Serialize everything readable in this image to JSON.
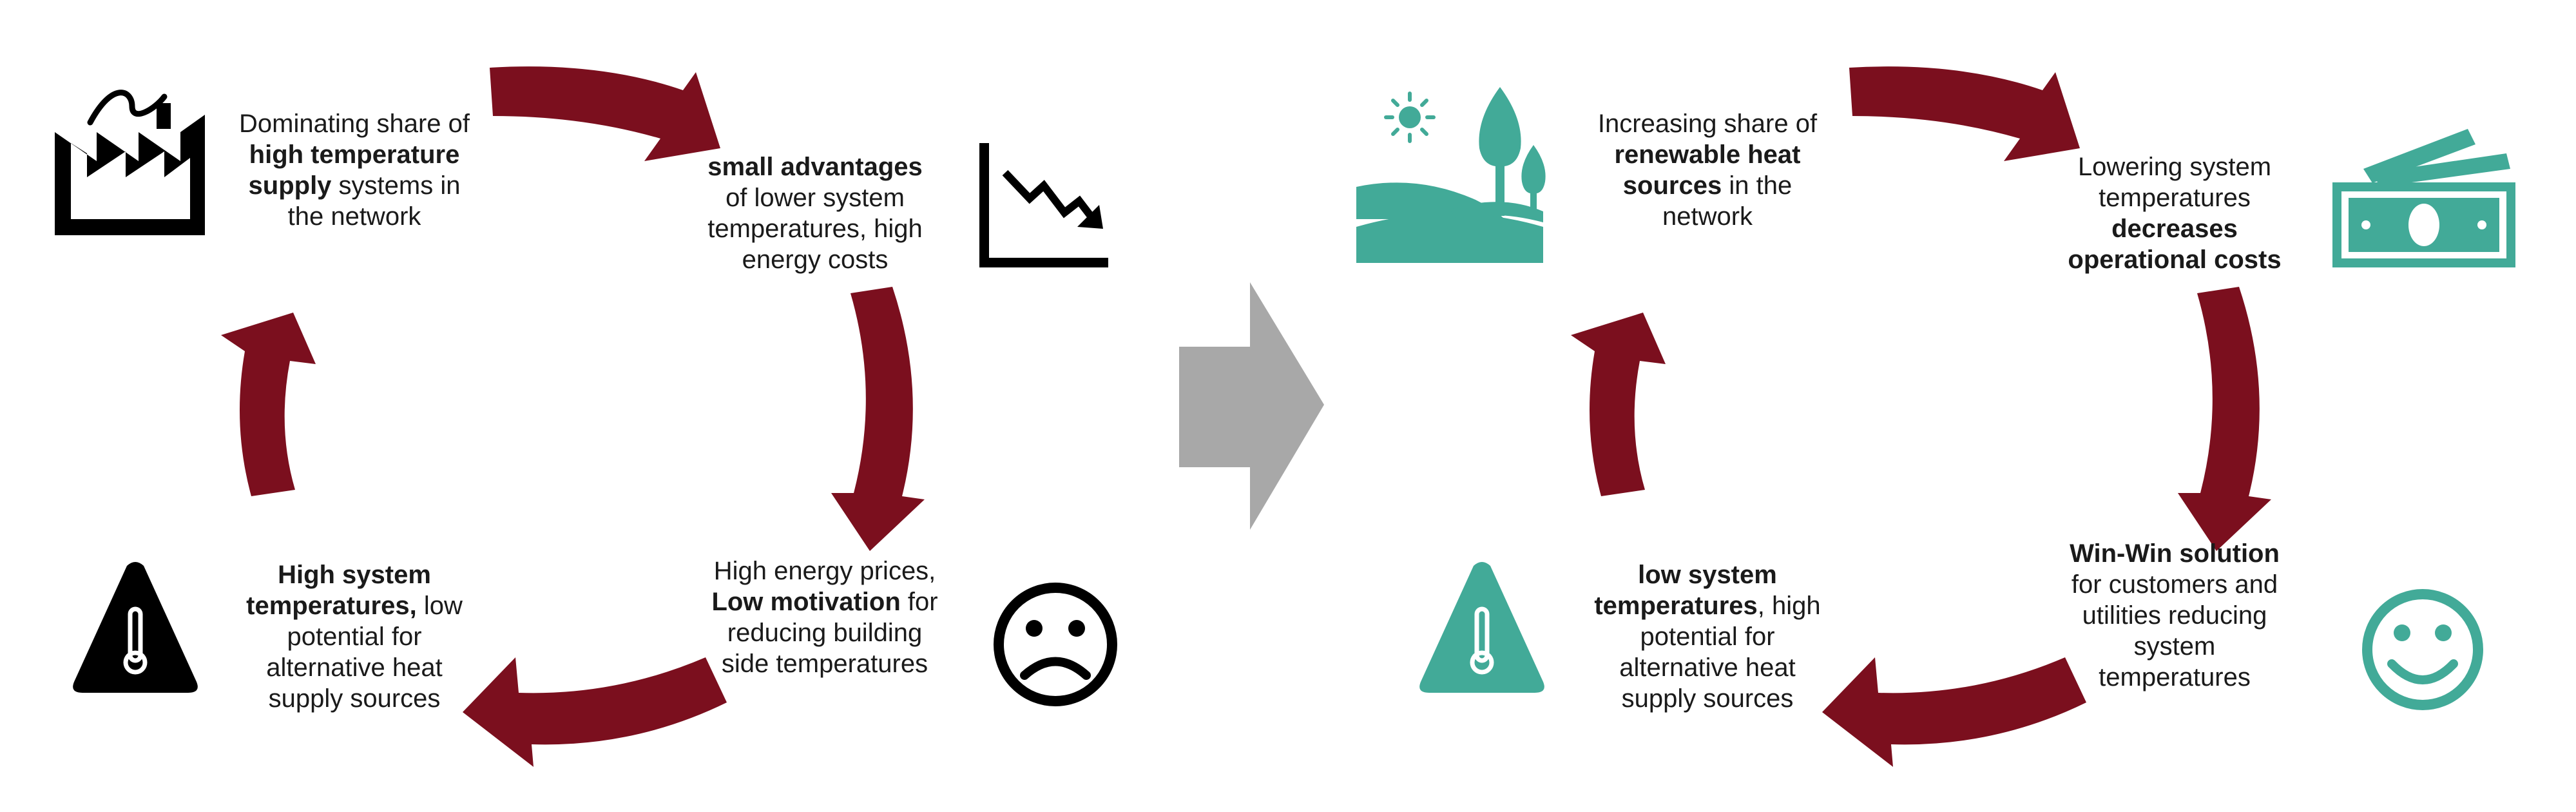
{
  "colors": {
    "cycle_arrow": "#7b0f1e",
    "transition_arrow": "#a8a8a8",
    "left_icons": "#000000",
    "right_icons": "#42aa98"
  },
  "left_cycle": {
    "top_left": {
      "icon": "factory-icon",
      "line1": "Dominating share of",
      "line2": "high temperature",
      "line3_bold": "supply",
      "line3_rest": " systems in",
      "line4": "the network"
    },
    "top_right": {
      "icon": "declining-chart-icon",
      "line1": "small advantages",
      "line2": "of lower system",
      "line3": "temperatures, high",
      "line4": "energy costs"
    },
    "bottom_right": {
      "icon": "sad-face-icon",
      "line1": "High energy prices,",
      "line2_bold": "Low motivation",
      "line2_rest": " for",
      "line3": "reducing building",
      "line4": "side temperatures"
    },
    "bottom_left": {
      "icon": "thermometer-warning-icon",
      "line1": "High system",
      "line2_bold": "temperatures,",
      "line2_rest": " low",
      "line3": "potential for",
      "line4": "alternative heat",
      "line5": "supply sources"
    }
  },
  "right_cycle": {
    "top_left": {
      "icon": "landscape-sun-trees-icon",
      "line1": "Increasing share of",
      "line2": "renewable heat",
      "line3_bold": "sources",
      "line3_rest": " in the",
      "line4": "network"
    },
    "top_right": {
      "icon": "money-icon",
      "line1": "Lowering system",
      "line2": "temperatures",
      "line3": "decreases",
      "line4": "operational costs"
    },
    "bottom_right": {
      "icon": "happy-face-icon",
      "line1": "Win-Win solution",
      "line2": "for customers and",
      "line3": "utilities reducing",
      "line4": "system",
      "line5": "temperatures"
    },
    "bottom_left": {
      "icon": "thermometer-warning-icon",
      "line1": "low system",
      "line2_bold": "temperatures",
      "line2_rest": ", high",
      "line3": "potential for",
      "line4": "alternative heat",
      "line5": "supply sources"
    }
  }
}
